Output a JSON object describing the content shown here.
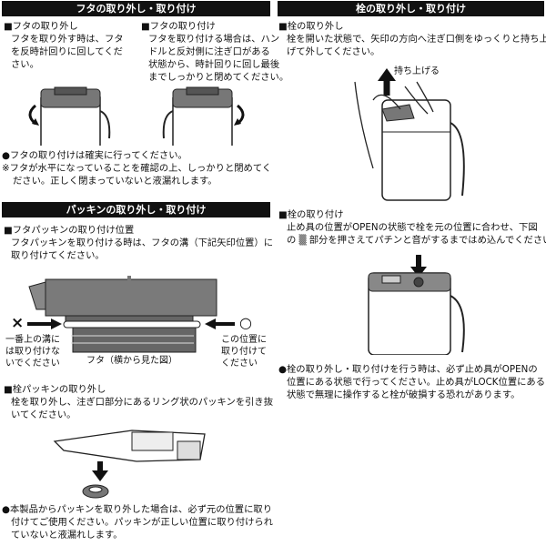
{
  "lid_section": {
    "title": "フタの取り外し・取り付け",
    "remove": {
      "heading": "■フタの取り外し",
      "lines": [
        "フタを取り外す時は、フタ",
        "を反時計回りに回してくだ",
        "さい。"
      ]
    },
    "attach": {
      "heading": "■フタの取り付け",
      "lines": [
        "フタを取り付ける場合は、ハン",
        "ドルと反対側に注ぎ口がある",
        "状態から、時計回りに回し最後",
        "までしっかりと閉めてください。"
      ]
    },
    "notes": [
      "●フタの取り付けは確実に行ってください。",
      "※フタが水平になっていることを確認の上、しっかりと閉めてく",
      "ださい。正しく閉まっていないと液漏れします。"
    ]
  },
  "gasket_section": {
    "title": "パッキンの取り外し・取り付け",
    "lid_gasket": {
      "heading": "■フタパッキンの取り付け位置",
      "lines": [
        "フタパッキンを取り付ける時は、フタの溝（下記矢印位置）に",
        "取り付けてください。"
      ]
    },
    "diagram": {
      "wrong_mark": "×",
      "wrong_label": [
        "一番上の溝に",
        "は取り付けな",
        "いでください"
      ],
      "right_mark": "○",
      "right_label": [
        "この位置に",
        "取り付けて",
        "ください"
      ],
      "caption": "フタ（横から見た図）"
    },
    "plug_gasket": {
      "heading": "■栓パッキンの取り外し",
      "lines": [
        "栓を取り外し、注ぎ口部分にあるリング状のパッキンを引き抜",
        "いてください。"
      ]
    },
    "notes": [
      "●本製品からパッキンを取り外した場合は、必ず元の位置に取り",
      "付けてご使用ください。パッキンが正しい位置に取り付けられ",
      "ていないと液漏れします。"
    ]
  },
  "plug_section": {
    "title": "栓の取り外し・取り付け",
    "remove": {
      "heading": "■栓の取り外し",
      "lines": [
        "栓を開いた状態で、矢印の方向へ注ぎ口側をゆっくりと持ち上",
        "げて外してください。"
      ],
      "arrow_label": "持ち上げる"
    },
    "attach": {
      "heading": "■栓の取り付け",
      "lines": [
        "止め具の位置がOPENの状態で栓を元の位置に合わせ、下図",
        "の ▒ 部分を押さえてパチンと音がするまではめ込んでください。"
      ]
    },
    "notes": [
      "●栓の取り外し・取り付けを行う時は、必ず止め具がOPENの",
      "位置にある状態で行ってください。止め具がLOCK位置にある",
      "状態で無理に操作すると栓が破損する恐れがあります。"
    ]
  }
}
